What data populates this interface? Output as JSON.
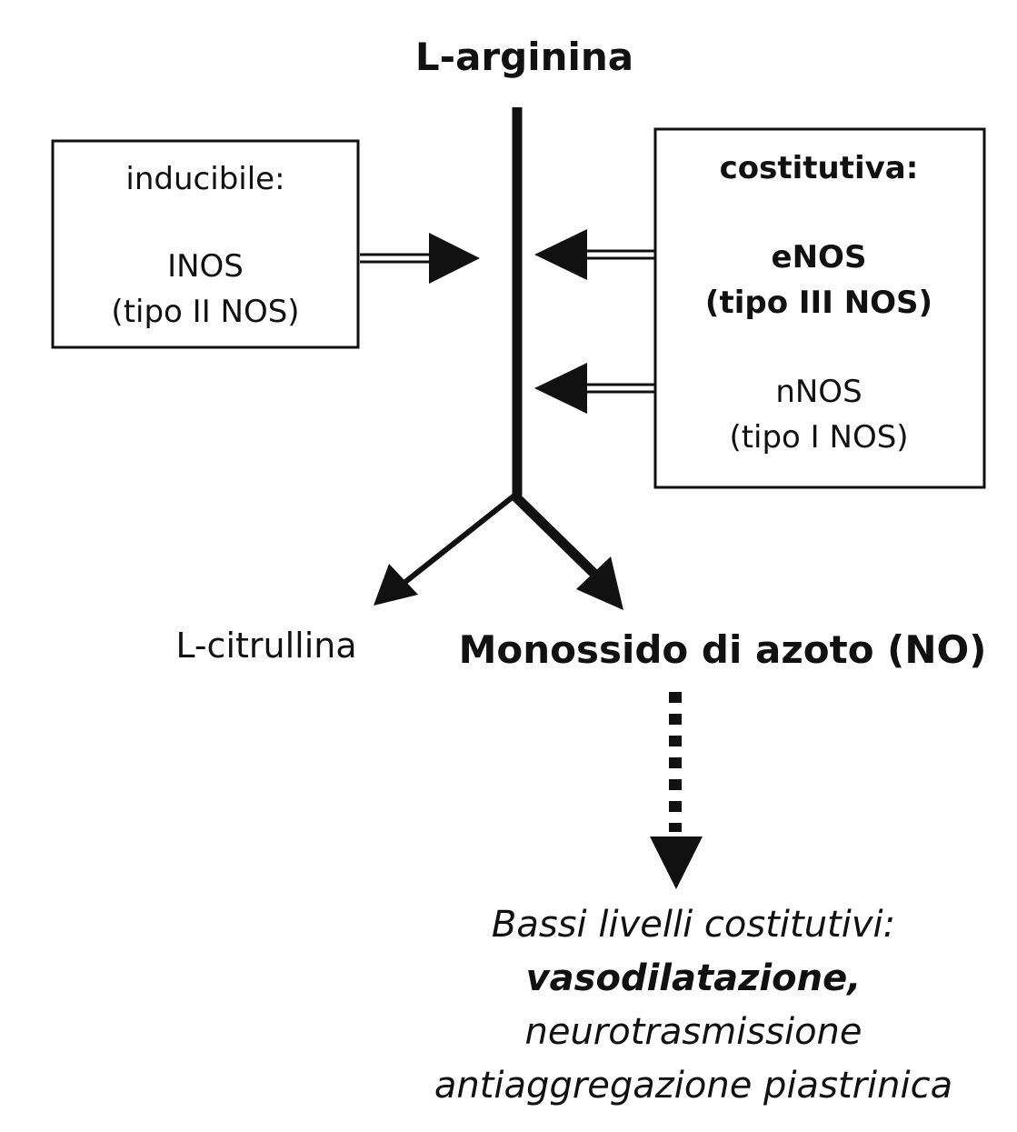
{
  "title": "L-arginina",
  "inducible_box": {
    "heading": "inducibile:",
    "enzyme": "INOS",
    "type": "(tipo II NOS)"
  },
  "constitutive_box": {
    "heading": "costitutiva:",
    "enzyme1": "eNOS",
    "type1": "(tipo III NOS)",
    "enzyme2": "nNOS",
    "type2": "(tipo I NOS)"
  },
  "products": {
    "byproduct": "L-citrullina",
    "main": "Monossido di azoto (NO)"
  },
  "effects": {
    "line1": "Bassi livelli costitutivi:",
    "line2": "vasodilatazione,",
    "line3": "neurotrasmissione",
    "line4": "antiaggregazione piastrinica"
  },
  "colors": {
    "ink": "#111111",
    "background": "#ffffff"
  }
}
